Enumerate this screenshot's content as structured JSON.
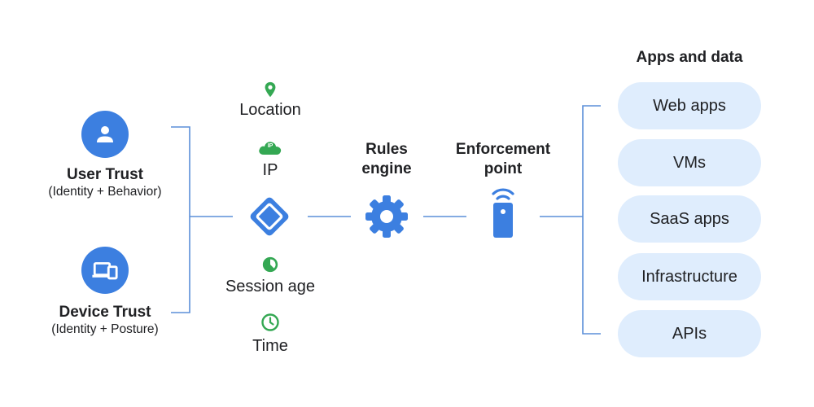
{
  "trust": {
    "user": {
      "title": "User Trust",
      "subtitle": "(Identity + Behavior)",
      "icon": "person-icon"
    },
    "device": {
      "title": "Device Trust",
      "subtitle": "(Identity + Posture)",
      "icon": "devices-icon"
    }
  },
  "signals": {
    "location": {
      "label": "Location",
      "icon": "location-pin-icon"
    },
    "ip": {
      "label": "IP",
      "icon": "ip-cloud-icon",
      "badge": "IP"
    },
    "session_age": {
      "label": "Session age",
      "icon": "session-pie-icon"
    },
    "time": {
      "label": "Time",
      "icon": "clock-icon"
    }
  },
  "rules_engine": {
    "line1": "Rules",
    "line2": "engine",
    "icon": "gear-icon"
  },
  "enforcement": {
    "line1": "Enforcement",
    "line2": "point",
    "icon": "remote-signal-icon"
  },
  "apps": {
    "heading": "Apps and data",
    "items": [
      "Web apps",
      "VMs",
      "SaaS apps",
      "Infrastructure",
      "APIs"
    ]
  },
  "colors": {
    "blue": "#3c7fe0",
    "green": "#34a853",
    "pill": "#dfedfd",
    "line": "#5b8fd9"
  }
}
